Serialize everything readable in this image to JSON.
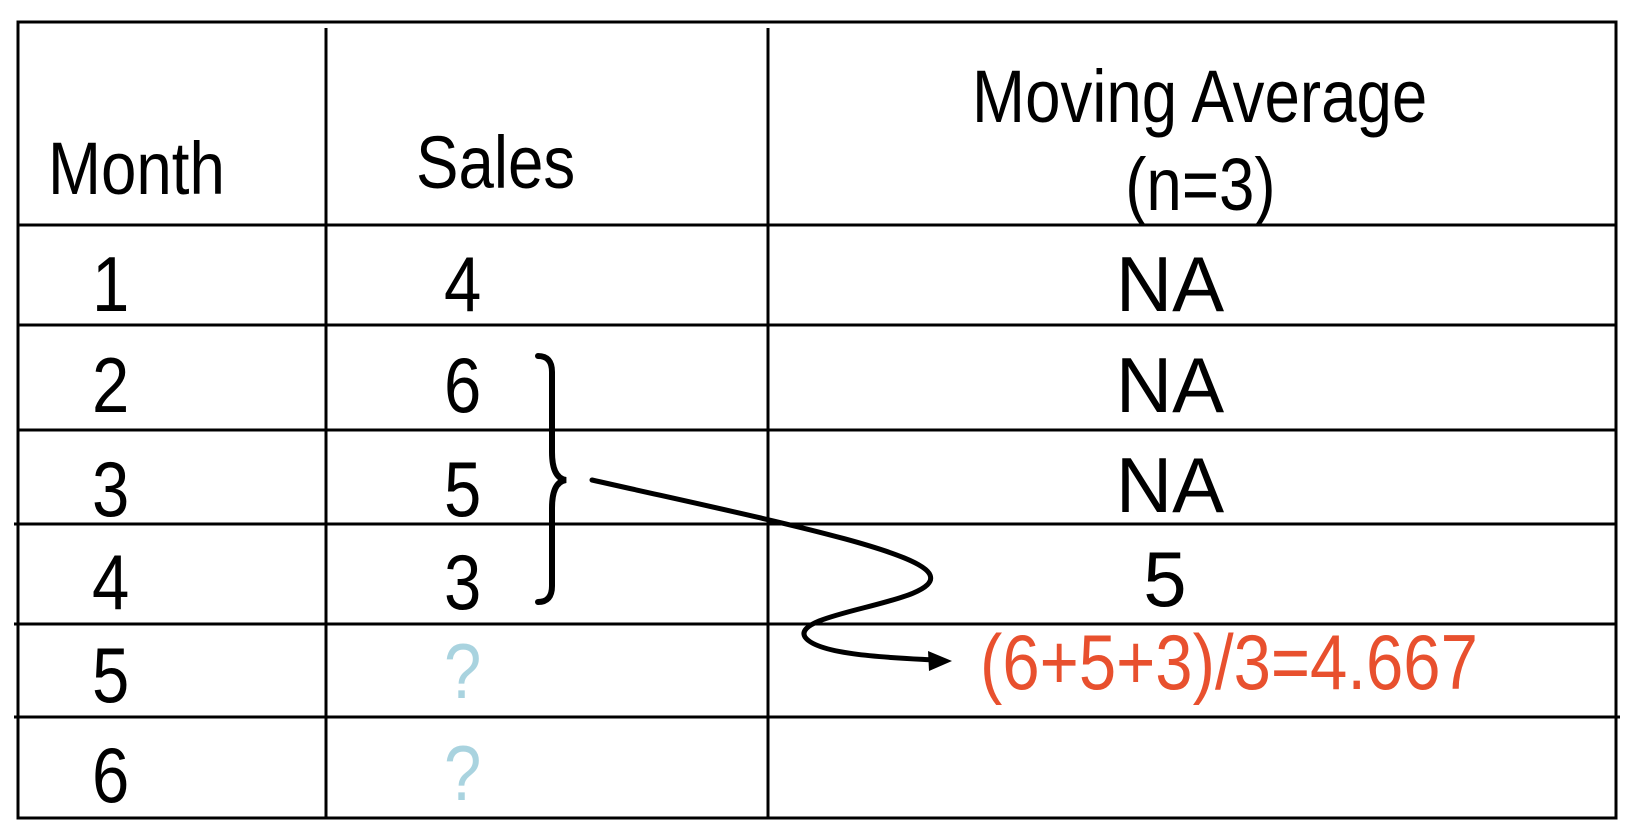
{
  "headers": {
    "month": "Month",
    "sales": "Sales",
    "moving_average_line1": "Moving Average",
    "moving_average_line2": "(n=3)"
  },
  "rows": [
    {
      "month": "1",
      "sales": "4",
      "moving_average": "NA"
    },
    {
      "month": "2",
      "sales": "6",
      "moving_average": "NA"
    },
    {
      "month": "3",
      "sales": "5",
      "moving_average": "NA"
    },
    {
      "month": "4",
      "sales": "3",
      "moving_average": "5"
    },
    {
      "month": "5",
      "sales": "?",
      "moving_average": "(6+5+3)/3=4.667"
    },
    {
      "month": "6",
      "sales": "?",
      "moving_average": ""
    }
  ],
  "colors": {
    "unknown_sales": "#a9d3df",
    "formula": "#e8502e",
    "lines": "#000000"
  }
}
